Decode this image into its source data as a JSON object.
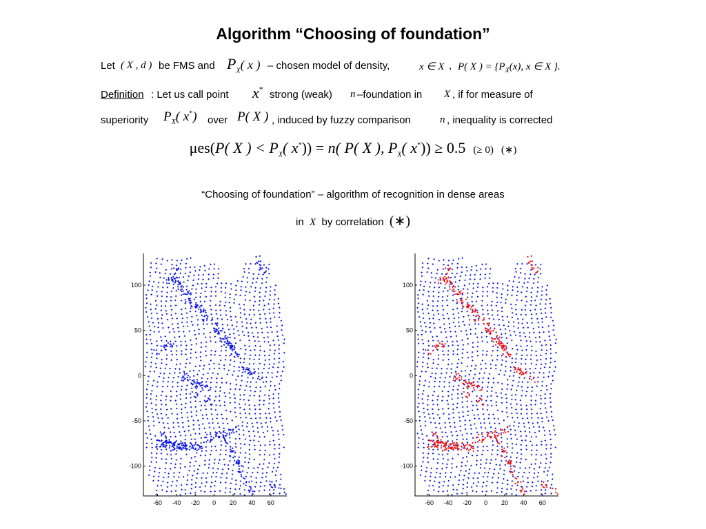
{
  "title": "Algorithm “Choosing of foundation”",
  "line1": {
    "let": "Let",
    "xd": "( X , d )",
    "be_fms_and": "be FMS and",
    "px": "P",
    "px_sub": "X",
    "px_arg": "( x )",
    "chosen": "– chosen model of density,",
    "x_in_X": "x ∈ X",
    "comma": ",",
    "PX_set": "P( X ) = {P",
    "PX_set_sub": "X",
    "PX_set_rest": "(x), x ∈ X }."
  },
  "line2": {
    "definition": "Definition",
    "let_call": ": Let us call point",
    "xstar": "x",
    "star": "*",
    "strong": "strong (weak)",
    "n": "n",
    "foundation_in": "–foundation in",
    "X": "X",
    "if_for": ", if for measure of"
  },
  "line3": {
    "superiority": "superiority",
    "P": "P",
    "sub": "X",
    "arg": "( x",
    "star": "*",
    "arg_close": ")",
    "over": "over",
    "PX": "P( X )",
    "induced": ", induced by fuzzy comparison",
    "n": "n",
    "inequality": ", inequality is corrected"
  },
  "formula": {
    "mes": "μes(",
    "p1": "P( X ) < P",
    "sub1": "X",
    "p2": "( x",
    "star1": "*",
    "p3": ")) = ",
    "n": "n",
    "p4": "( P( X ), P",
    "sub2": "X",
    "p5": "( x",
    "star2": "*",
    "p6": ")) ≥ 0.5",
    "ge0": "(≥ 0)",
    "ast": "(∗)"
  },
  "caption": {
    "line1": "“Choosing of foundation” – algorithm of recognition in dense areas",
    "in": "in",
    "X": "X",
    "by": "by correlation",
    "ast": "(∗)"
  },
  "plot": {
    "x_ticks": [
      "-60",
      "-40",
      "-20",
      "0",
      "20",
      "40",
      "60"
    ],
    "y_ticks": [
      "100",
      "50",
      "0",
      "-50",
      "-100"
    ],
    "colors": {
      "blue": "#0a14e6",
      "red": "#ee1111"
    }
  }
}
